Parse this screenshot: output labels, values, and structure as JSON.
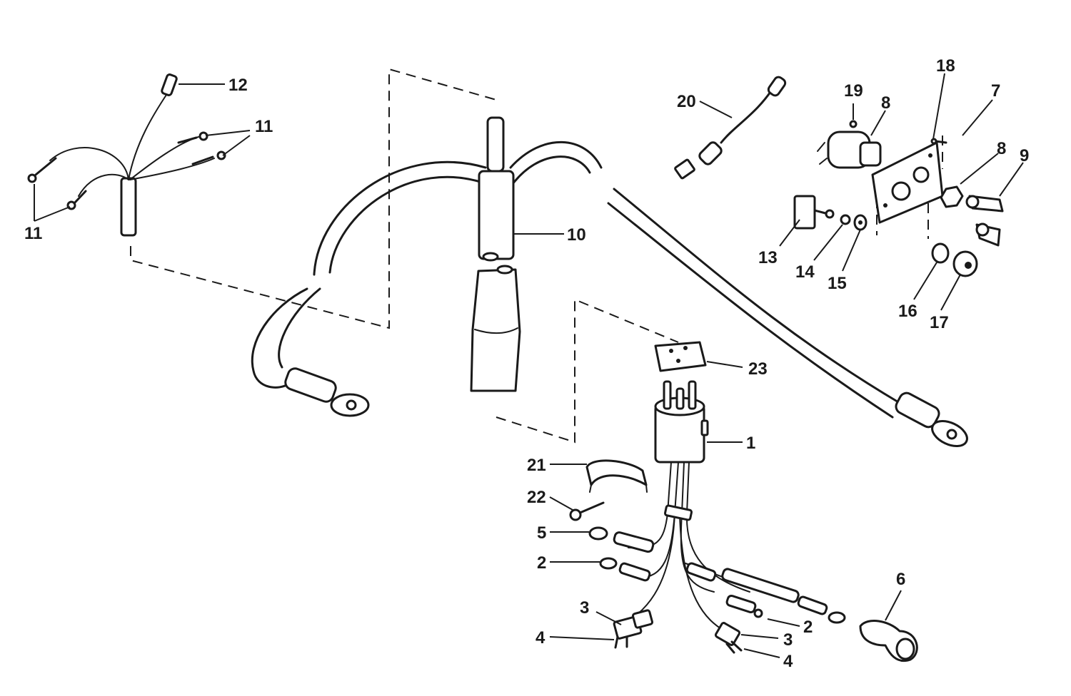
{
  "diagram": {
    "callouts": [
      {
        "id": "c12",
        "label": "12"
      },
      {
        "id": "c11a",
        "label": "11"
      },
      {
        "id": "c11b",
        "label": "11"
      },
      {
        "id": "c10",
        "label": "10"
      },
      {
        "id": "c20",
        "label": "20"
      },
      {
        "id": "c19",
        "label": "19"
      },
      {
        "id": "c8a",
        "label": "8"
      },
      {
        "id": "c18",
        "label": "18"
      },
      {
        "id": "c7",
        "label": "7"
      },
      {
        "id": "c8b",
        "label": "8"
      },
      {
        "id": "c9",
        "label": "9"
      },
      {
        "id": "c13",
        "label": "13"
      },
      {
        "id": "c14",
        "label": "14"
      },
      {
        "id": "c15",
        "label": "15"
      },
      {
        "id": "c16",
        "label": "16"
      },
      {
        "id": "c17",
        "label": "17"
      },
      {
        "id": "c23",
        "label": "23"
      },
      {
        "id": "c1",
        "label": "1"
      },
      {
        "id": "c21",
        "label": "21"
      },
      {
        "id": "c22",
        "label": "22"
      },
      {
        "id": "c5",
        "label": "5"
      },
      {
        "id": "c2a",
        "label": "2"
      },
      {
        "id": "c2b",
        "label": "2"
      },
      {
        "id": "c3a",
        "label": "3"
      },
      {
        "id": "c3b",
        "label": "3"
      },
      {
        "id": "c4a",
        "label": "4"
      },
      {
        "id": "c4b",
        "label": "4"
      },
      {
        "id": "c6",
        "label": "6"
      }
    ]
  }
}
